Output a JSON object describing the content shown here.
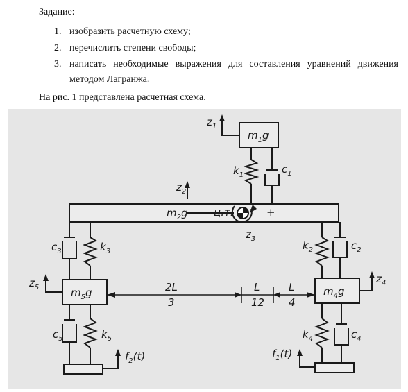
{
  "task": {
    "title": "Задание:",
    "items": [
      {
        "num": "1.",
        "text": "изобразить расчетную схему;"
      },
      {
        "num": "2.",
        "text": "перечислить степени свободы;"
      },
      {
        "num": "3.",
        "text": "написать необходимые выражения для составления уравнений движения методом Лагранжа."
      }
    ],
    "intro": "На рис. 1 представлена расчетная схема."
  },
  "diagram": {
    "body1": {
      "m": "m",
      "sub": "1",
      "g": "g"
    },
    "body2": {
      "m": "m",
      "sub": "2",
      "g": "g"
    },
    "body4": {
      "m": "m",
      "sub": "4",
      "g": "g"
    },
    "body5": {
      "m": "m",
      "sub": "5",
      "g": "g"
    },
    "center_label": "ц.т.",
    "plus": "+",
    "z1": {
      "base": "z",
      "sub": "1"
    },
    "z2": {
      "base": "z",
      "sub": "2"
    },
    "z3": {
      "base": "z",
      "sub": "3"
    },
    "z4": {
      "base": "z",
      "sub": "4"
    },
    "z5": {
      "base": "z",
      "sub": "5"
    },
    "k1": {
      "base": "k",
      "sub": "1"
    },
    "c1": {
      "base": "c",
      "sub": "1"
    },
    "k2": {
      "base": "k",
      "sub": "2"
    },
    "c2": {
      "base": "c",
      "sub": "2"
    },
    "k3": {
      "base": "k",
      "sub": "3"
    },
    "c3": {
      "base": "c",
      "sub": "3"
    },
    "k4": {
      "base": "k",
      "sub": "4"
    },
    "c4": {
      "base": "c",
      "sub": "4"
    },
    "k5": {
      "base": "k",
      "sub": "5"
    },
    "c5": {
      "base": "c",
      "sub": "5"
    },
    "f1": {
      "base": "f",
      "sub": "1",
      "arg": "(t)"
    },
    "f2": {
      "base": "f",
      "sub": "2",
      "arg": "(t)"
    },
    "dim1": {
      "num": "2L",
      "den": "3"
    },
    "dim2": {
      "num": "L",
      "den": "12"
    },
    "dim3": {
      "num": "L",
      "den": "4"
    }
  }
}
